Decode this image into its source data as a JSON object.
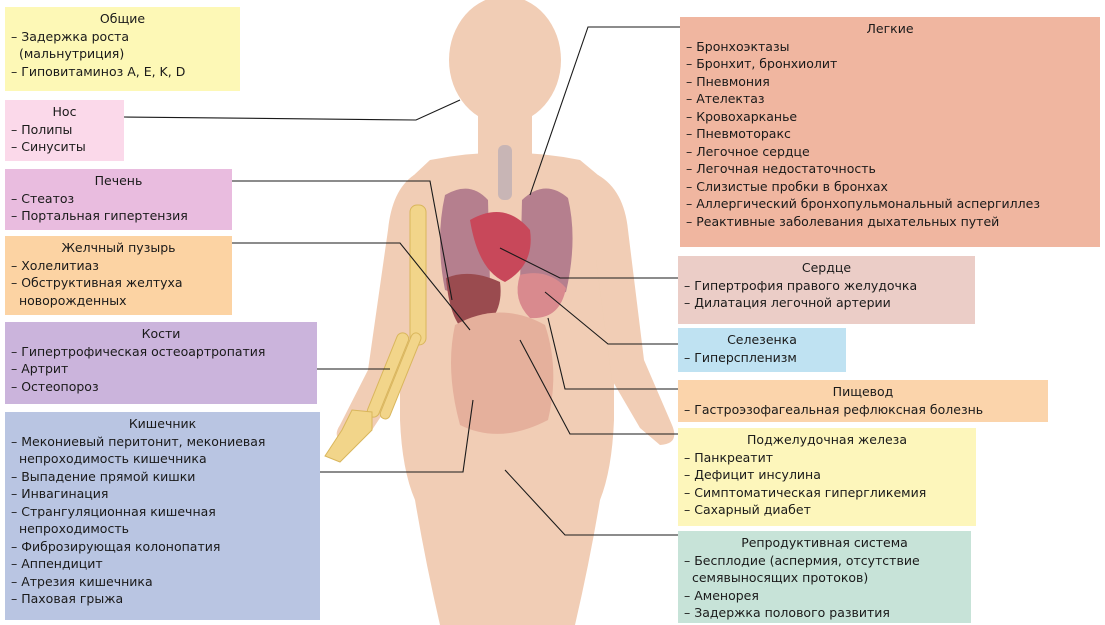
{
  "colors": {
    "skin": "#f1cdb5",
    "lung": "#b57f8e",
    "heart": "#c8485a",
    "liver": "#9a4b4f",
    "intestine": "#e5b09c",
    "bone": "#f2d58a",
    "leader": "#1a1a1a"
  },
  "boxes": {
    "general": {
      "title": "Общие",
      "color": "#fdf8b6",
      "items": [
        "– Задержка роста",
        "  (мальнутриция)",
        "– Гиповитаминоз A, E, K, D"
      ]
    },
    "nose": {
      "title": "Нос",
      "color": "#fbd9ea",
      "items": [
        "– Полипы",
        "– Синуситы"
      ]
    },
    "liver": {
      "title": "Печень",
      "color": "#e9bcdf",
      "items": [
        "– Стеатоз",
        "– Портальная гипертензия"
      ]
    },
    "gallbladder": {
      "title": "Желчный пузырь",
      "color": "#fcd3a3",
      "items": [
        "– Холелитиаз",
        "– Обструктивная желтуха",
        "  новорожденных"
      ]
    },
    "bones": {
      "title": "Кости",
      "color": "#cbb4dc",
      "items": [
        "– Гипертрофическая остеоартропатия",
        "– Артрит",
        "– Остеопороз"
      ]
    },
    "intestine": {
      "title": "Кишечник",
      "color": "#b9c5e2",
      "items": [
        "– Мекониевый перитонит, мекониевая",
        "  непроходимость кишечника",
        "– Выпадение прямой кишки",
        "– Инвагинация",
        "– Странгуляционная кишечная",
        "  непроходимость",
        "– Фиброзирующая колонопатия",
        "– Аппендицит",
        "– Атрезия кишечника",
        "– Паховая грыжа"
      ]
    },
    "lungs": {
      "title": "Легкие",
      "color": "#f0b6a0",
      "items": [
        "– Бронхоэктазы",
        "– Бронхит, бронхиолит",
        "– Пневмония",
        "– Ателектаз",
        "– Кровохарканье",
        "– Пневмоторакс",
        "– Легочное сердце",
        "– Легочная недостаточность",
        "– Слизистые пробки в бронхах",
        "– Аллергический бронхопульмональный аспергиллез",
        "– Реактивные заболевания дыхательных путей"
      ]
    },
    "heart": {
      "title": "Сердце",
      "color": "#ebcdc7",
      "items": [
        "– Гипертрофия правого желудочка",
        "– Дилатация легочной артерии"
      ]
    },
    "spleen": {
      "title": "Селезенка",
      "color": "#bfe2f2",
      "items": [
        "– Гиперспленизм"
      ]
    },
    "esophagus": {
      "title": "Пищевод",
      "color": "#fbd4ab",
      "items": [
        "– Гастроэзофагеальная рефлюксная болезнь"
      ]
    },
    "pancreas": {
      "title": "Поджелудочная железа",
      "color": "#fdf6bb",
      "items": [
        "– Панкреатит",
        "– Дефицит инсулина",
        "– Симптоматическая гипергликемия",
        "– Сахарный диабет"
      ]
    },
    "reproductive": {
      "title": "Репродуктивная система",
      "color": "#c7e3d8",
      "items": [
        "– Бесплодие (аспермия, отсутствие",
        "  семявыносящих протоков)",
        "– Аменорея",
        "– Задержка полового развития"
      ]
    }
  }
}
